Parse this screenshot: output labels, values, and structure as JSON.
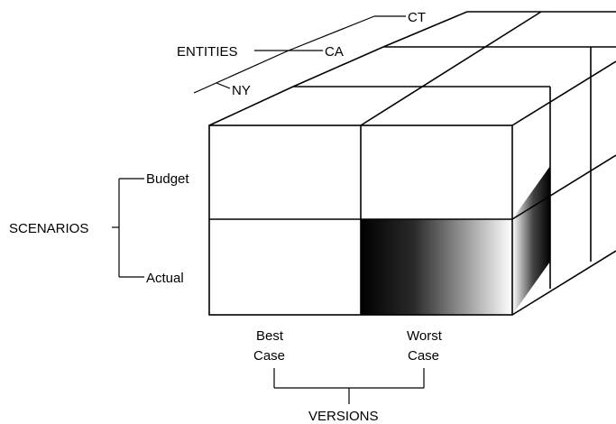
{
  "entities": {
    "label": "ENTITIES",
    "items": [
      "CT",
      "CA",
      "NY"
    ]
  },
  "scenarios": {
    "label": "SCENARIOS",
    "items": [
      "Budget",
      "Actual"
    ]
  },
  "versions": {
    "label": "VERSIONS",
    "items": [
      {
        "line1": "Best",
        "line2": "Case"
      },
      {
        "line1": "Worst",
        "line2": "Case"
      }
    ]
  },
  "colors": {
    "line": "#000000",
    "gradient_dark": "#000000",
    "gradient_light": "#ffffff"
  }
}
